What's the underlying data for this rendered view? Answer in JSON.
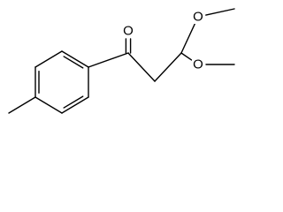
{
  "molecule": {
    "atoms": [
      {
        "id": "c_methyl",
        "element": "C",
        "label": ""
      },
      {
        "id": "c_ar1",
        "element": "C",
        "label": ""
      },
      {
        "id": "c_ar2",
        "element": "C",
        "label": ""
      },
      {
        "id": "c_ar3",
        "element": "C",
        "label": ""
      },
      {
        "id": "c_ar4",
        "element": "C",
        "label": ""
      },
      {
        "id": "c_ar5",
        "element": "C",
        "label": ""
      },
      {
        "id": "c_ar6",
        "element": "C",
        "label": ""
      },
      {
        "id": "c_carbonyl",
        "element": "C",
        "label": ""
      },
      {
        "id": "o_carbonyl",
        "element": "O",
        "label": "O"
      },
      {
        "id": "c_ch2",
        "element": "C",
        "label": ""
      },
      {
        "id": "c_acetal",
        "element": "C",
        "label": ""
      },
      {
        "id": "o_upper",
        "element": "O",
        "label": "O"
      },
      {
        "id": "c_me_upper",
        "element": "C",
        "label": ""
      },
      {
        "id": "o_lower",
        "element": "O",
        "label": "O"
      },
      {
        "id": "c_me_lower",
        "element": "C",
        "label": ""
      }
    ],
    "bonds": [
      {
        "from": "c_methyl",
        "to": "c_ar1",
        "order": 1
      },
      {
        "from": "c_ar1",
        "to": "c_ar2",
        "order": 2
      },
      {
        "from": "c_ar2",
        "to": "c_ar3",
        "order": 1
      },
      {
        "from": "c_ar3",
        "to": "c_ar4",
        "order": 2
      },
      {
        "from": "c_ar4",
        "to": "c_ar5",
        "order": 1
      },
      {
        "from": "c_ar5",
        "to": "c_ar6",
        "order": 2
      },
      {
        "from": "c_ar6",
        "to": "c_ar1",
        "order": 1
      },
      {
        "from": "c_ar4",
        "to": "c_carbonyl",
        "order": 1
      },
      {
        "from": "c_carbonyl",
        "to": "o_carbonyl",
        "order": 2
      },
      {
        "from": "c_carbonyl",
        "to": "c_ch2",
        "order": 1
      },
      {
        "from": "c_ch2",
        "to": "c_acetal",
        "order": 1
      },
      {
        "from": "c_acetal",
        "to": "o_upper",
        "order": 1
      },
      {
        "from": "o_upper",
        "to": "c_me_upper",
        "order": 1
      },
      {
        "from": "c_acetal",
        "to": "o_lower",
        "order": 1
      },
      {
        "from": "o_lower",
        "to": "c_me_lower",
        "order": 1
      }
    ]
  }
}
